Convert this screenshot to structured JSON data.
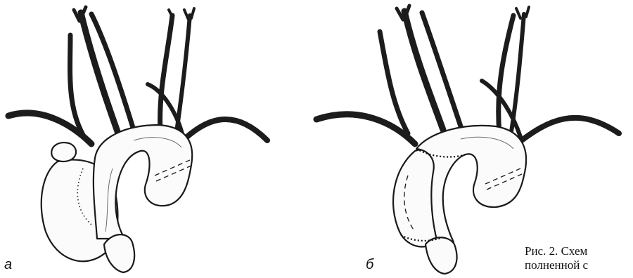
{
  "figure": {
    "panels": [
      {
        "label": "а"
      },
      {
        "label": "б"
      }
    ],
    "caption_lines": [
      "Рис. 2. Схем",
      "полненной с"
    ]
  }
}
